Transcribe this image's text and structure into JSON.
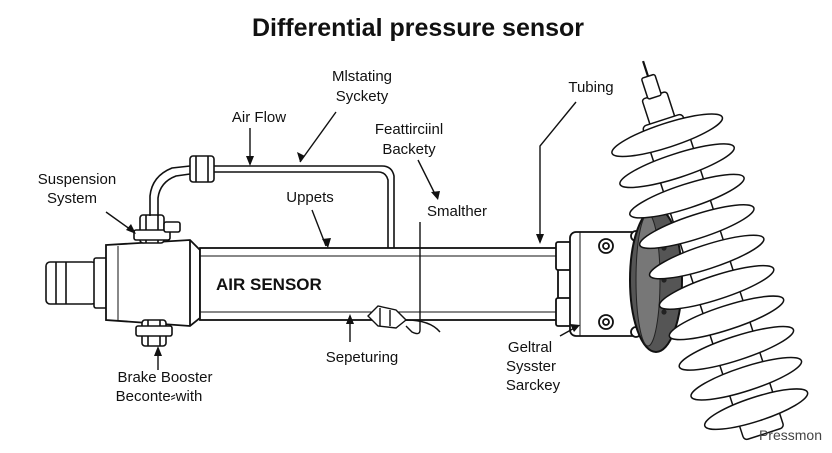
{
  "title": "Differential pressure sensor",
  "labels": {
    "mistating_1": "Mlstating",
    "mistating_2": "Syckety",
    "air_flow": "Air Flow",
    "featt_1": "Feattirciinl",
    "featt_2": "Backety",
    "tubing": "Tubing",
    "suspension_1": "Suspension",
    "suspension_2": "System",
    "uppets": "Uppets",
    "smalther": "Smalther",
    "air_sensor": "AIR SENSOR",
    "sepeturing": "Sepeturing",
    "geltral_1": "Geltral",
    "geltral_2": "Sysster",
    "geltral_3": "Sarckey",
    "brake_1": "Brake Booster",
    "brake_2": "Beconte⸗with"
  },
  "watermark": "Pressmon"
}
